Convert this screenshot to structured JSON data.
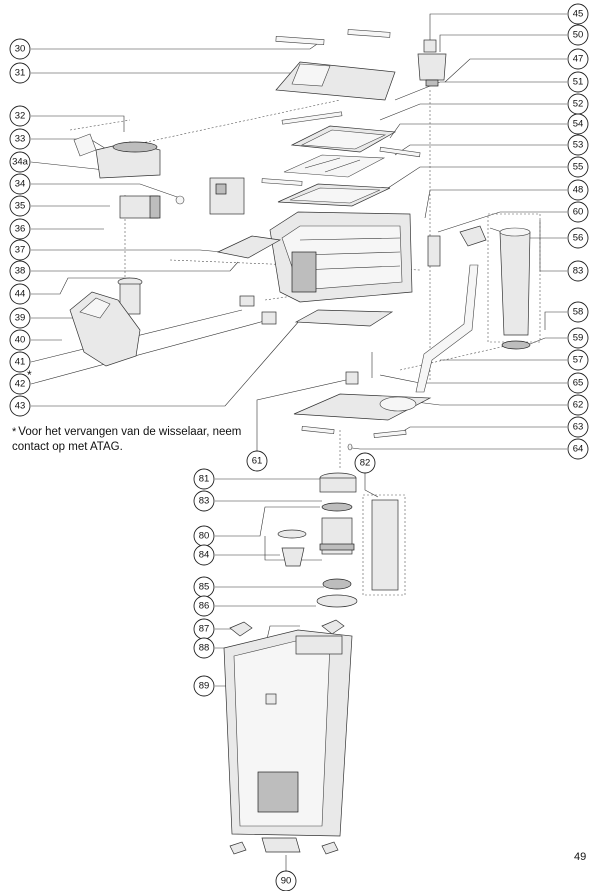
{
  "note": {
    "marker": "*",
    "text": "Voor het vervangen van de wisselaar, neem contact op met ATAG."
  },
  "star_marker": "*",
  "page_number": "49",
  "callouts": [
    {
      "id": "30",
      "label": "30"
    },
    {
      "id": "31",
      "label": "31"
    },
    {
      "id": "32",
      "label": "32"
    },
    {
      "id": "33",
      "label": "33"
    },
    {
      "id": "34a",
      "label": "34a"
    },
    {
      "id": "34",
      "label": "34"
    },
    {
      "id": "35",
      "label": "35"
    },
    {
      "id": "36",
      "label": "36"
    },
    {
      "id": "37",
      "label": "37"
    },
    {
      "id": "38",
      "label": "38"
    },
    {
      "id": "44",
      "label": "44"
    },
    {
      "id": "39",
      "label": "39"
    },
    {
      "id": "40",
      "label": "40"
    },
    {
      "id": "41",
      "label": "41"
    },
    {
      "id": "42",
      "label": "42"
    },
    {
      "id": "43",
      "label": "43"
    },
    {
      "id": "45",
      "label": "45"
    },
    {
      "id": "50",
      "label": "50"
    },
    {
      "id": "47",
      "label": "47"
    },
    {
      "id": "51",
      "label": "51"
    },
    {
      "id": "52",
      "label": "52"
    },
    {
      "id": "54",
      "label": "54"
    },
    {
      "id": "53",
      "label": "53"
    },
    {
      "id": "55",
      "label": "55"
    },
    {
      "id": "48",
      "label": "48"
    },
    {
      "id": "60",
      "label": "60"
    },
    {
      "id": "56",
      "label": "56"
    },
    {
      "id": "83a",
      "label": "83"
    },
    {
      "id": "58",
      "label": "58"
    },
    {
      "id": "59",
      "label": "59"
    },
    {
      "id": "57",
      "label": "57"
    },
    {
      "id": "65",
      "label": "65"
    },
    {
      "id": "62",
      "label": "62"
    },
    {
      "id": "63",
      "label": "63"
    },
    {
      "id": "64",
      "label": "64"
    },
    {
      "id": "61",
      "label": "61"
    },
    {
      "id": "81",
      "label": "81"
    },
    {
      "id": "82",
      "label": "82"
    },
    {
      "id": "83b",
      "label": "83"
    },
    {
      "id": "80",
      "label": "80"
    },
    {
      "id": "84",
      "label": "84"
    },
    {
      "id": "85",
      "label": "85"
    },
    {
      "id": "86",
      "label": "86"
    },
    {
      "id": "87",
      "label": "87"
    },
    {
      "id": "88",
      "label": "88"
    },
    {
      "id": "89",
      "label": "89"
    },
    {
      "id": "90",
      "label": "90"
    }
  ]
}
